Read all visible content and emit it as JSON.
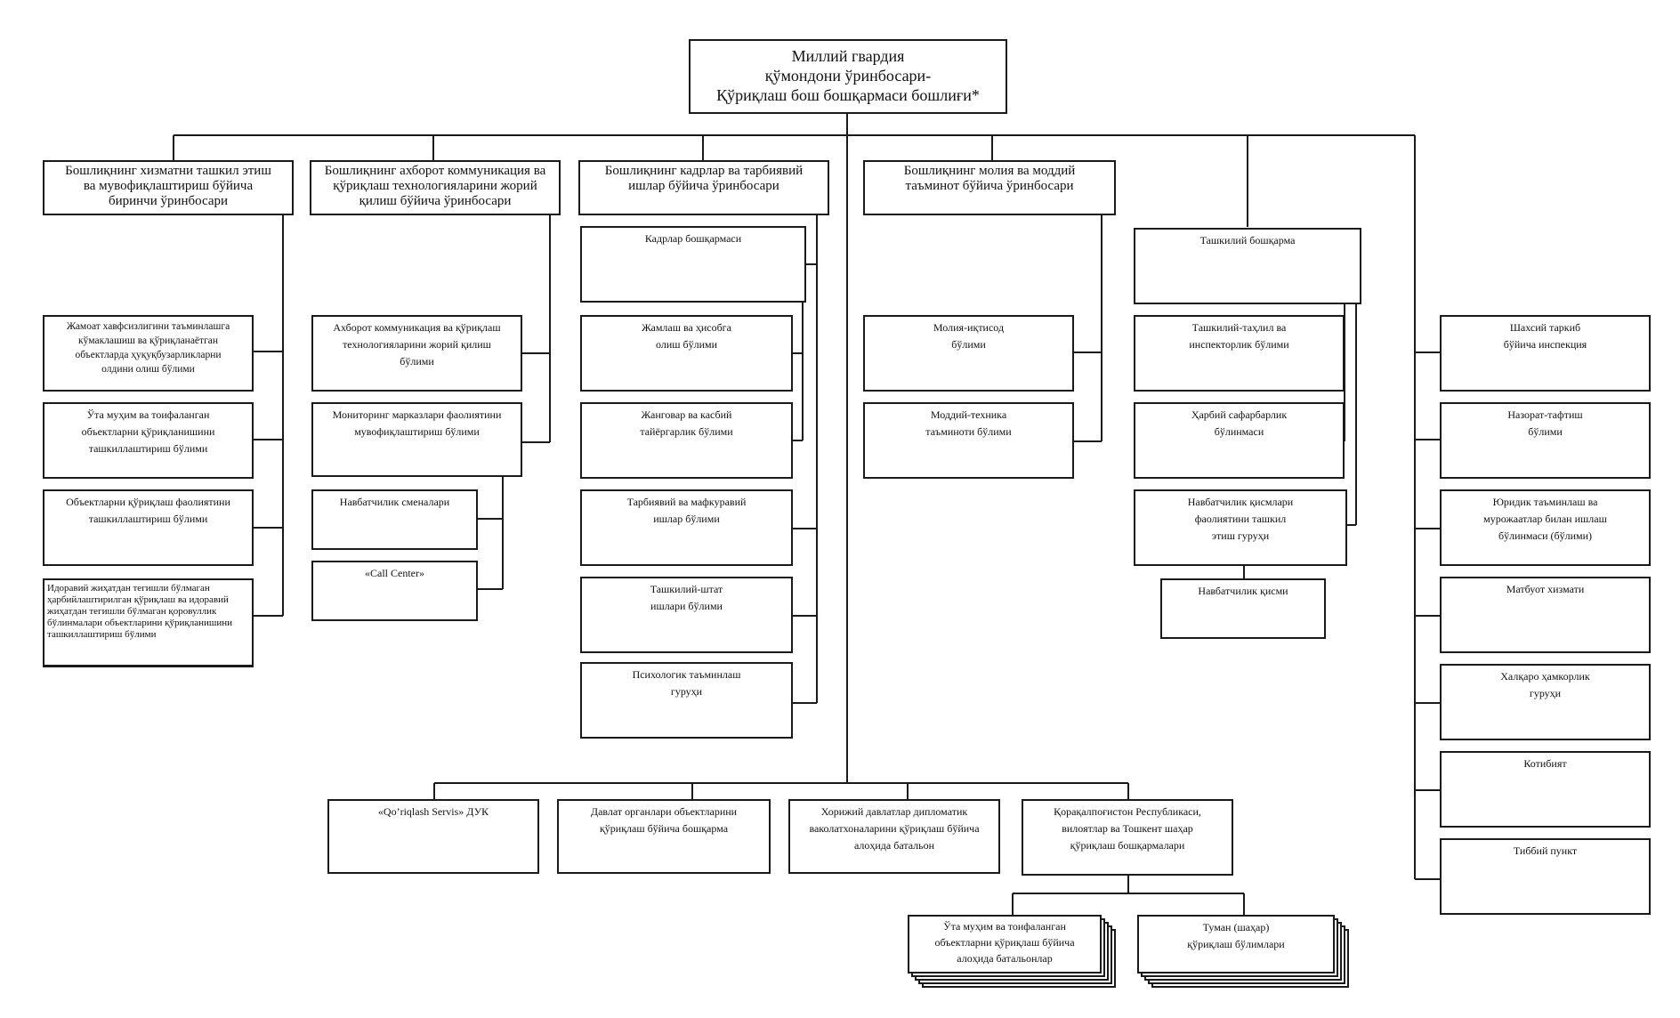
{
  "root": "Миллий гвардия\nқўмондони ўринбосари-\nҚўриқлаш бош бошқармаси бошлиғи*",
  "deputies": [
    "Бошлиқнинг хизматни ташкил этиш\nва мувофиқлаштириш бўйича\nбиринчи ўринбосари",
    "Бошлиқнинг ахборот коммуникация ва\nқўриқлаш технологияларини жорий\nқилиш бўйича ўринбосари",
    "Бошлиқнинг кадрлар ва тарбиявий\nишлар бўйича ўринбосари",
    "Бошлиқнинг молия ва моддий\nтаъминот бўйича ўринбосари"
  ],
  "col1": [
    "Жамоат хавфсизлигини таъминлашга\nкўмаклашиш ва қўриқланаётган\nобъектларда ҳуқуқбузарликларни\nолдини олиш бўлими",
    "Ўта муҳим ва тоифаланган\nобъектларни қўриқланишини\nташкиллаштириш бўлими",
    "Объектларни қўриқлаш фаолиятини\nташкиллаштириш бўлими",
    "Идоравий жиҳатдан тегишли бўлмаган ҳарбийлаштирилган қўриқлаш ва идоравий жиҳатдан тегишли бўлмаган қоровуллик бўлинмалари объектларини қўриқланишини ташкиллаштириш бўлими"
  ],
  "col2": [
    "Ахборот коммуникация ва қўриқлаш\nтехнологияларини жорий қилиш\nбўлими",
    "Мониторинг марказлари фаолиятини\nмувофиқлаштириш бўлими",
    "Навбатчилик сменалари",
    "«Call Center»"
  ],
  "col3": [
    "Кадрлар бошқармаси",
    "Жамлаш ва ҳисобга\nолиш бўлими",
    "Жанговар ва касбий\nтайёргарлик бўлими",
    "Тарбиявий ва мафкуравий\nишлар бўлими",
    "Ташкилий-штат\nишлари бўлими",
    "Психологик таъминлаш\nгуруҳи"
  ],
  "col4": [
    "Молия-иқтисод\nбўлими",
    "Моддий-техника\nтаъминоти бўлими"
  ],
  "col5": [
    "Ташкилий бошқарма",
    "Ташкилий-таҳлил ва\nинспекторлик бўлими",
    "Ҳарбий сафарбарлик\nбўлинмаси",
    "Навбатчилик қисмлари\nфаолиятини ташкил\nэтиш гуруҳи",
    "Навбатчилик қисми"
  ],
  "col6": [
    "Шахсий таркиб\nбўйича инспекция",
    "Назорат-тафтиш\nбўлими",
    "Юридик таъминлаш ва\nмурожаатлар билан ишлаш\nбўлинмаси (бўлими)",
    "Матбуот хизмати",
    "Халқаро ҳамкорлик\nгуруҳи",
    "Котибият",
    "Тиббий пункт"
  ],
  "bottom": [
    "«Qo’riqlash Servis»  ДУК",
    "Давлат органлари объектларини\nқўриқлаш бўйича бошқарма",
    "Хорижий давлатлар дипломатик\nваколатхоналарини қўриқлаш бўйича\nалоҳида батальон",
    "Қорақалпоғистон Республикаси,\nвилоятлар ва Тошкент шаҳар\nқўриқлаш бошқармалари"
  ],
  "sub": [
    "Ўта муҳим ва тоифаланган\nобъектларни қўриқлаш бўйича\nалоҳида батальонлар",
    "Туман (шаҳар)\nқўриқлаш бўлимлари"
  ]
}
